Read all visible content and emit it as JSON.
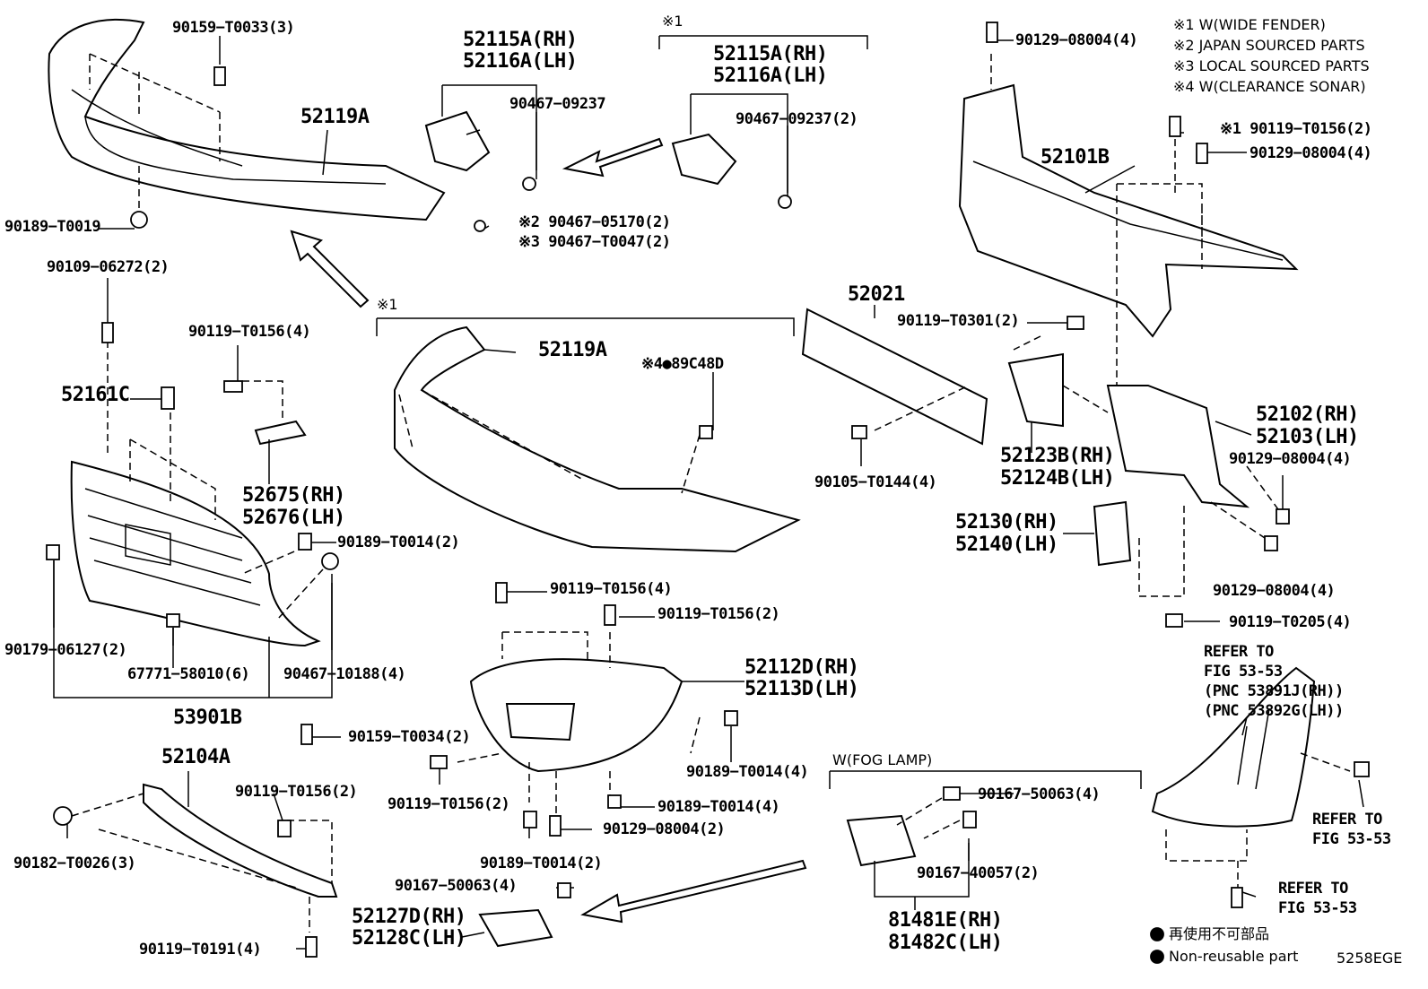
{
  "legend": {
    "notes": [
      "※1 W(WIDE FENDER)",
      "※2 JAPAN SOURCED PARTS",
      "※3 LOCAL SOURCED PARTS",
      "※4 W(CLEARANCE SONAR)"
    ],
    "nonreusable_jp": "再使用不可部品",
    "nonreusable_en": "Non-reusable part",
    "figure_code": "5258EGE"
  },
  "group_marks": {
    "wide_fender_top": "※1",
    "wide_fender_mid": "※1",
    "fog_lamp": "W(FOG LAMP)"
  },
  "parts": {
    "p90159_t0033": "90159−T0033(3)",
    "p52119a_top": "52119A",
    "p90189_t0019": "90189−T0019",
    "p52115a_rh_1": "52115A(RH)",
    "p52116a_lh_1": "52116A(LH)",
    "p90467_09237": "90467−09237",
    "p52115a_rh_2": "52115A(RH)",
    "p52116a_lh_2": "52116A(LH)",
    "p90467_09237_2": "90467−09237(2)",
    "p90467_05170": "※2 90467−05170(2)",
    "p90467_t0047": "※3 90467−T0047(2)",
    "p90129_08004_top": "90129−08004(4)",
    "p90119_t0156_w": "※1 90119−T0156(2)",
    "p90129_08004_r1": "90129−08004(4)",
    "p52101b": "52101B",
    "p90109_06272": "90109−06272(2)",
    "p90119_t0156_4a": "90119−T0156(4)",
    "p52161c": "52161C",
    "p52119a_mid": "52119A",
    "p89c48d": "※4●89C48D",
    "p52021": "52021",
    "p90119_t0301": "90119−T0301(2)",
    "p52102_rh": "52102(RH)",
    "p52103_lh": "52103(LH)",
    "p90129_08004_r2": "90129−08004(4)",
    "p52123b_rh": "52123B(RH)",
    "p52124b_lh": "52124B(LH)",
    "p90105_t0144": "90105−T0144(4)",
    "p52675_rh": "52675(RH)",
    "p52676_lh": "52676(LH)",
    "p90189_t0014_2a": "90189−T0014(2)",
    "p52130_rh": "52130(RH)",
    "p52140_lh": "52140(LH)",
    "p90129_08004_r3": "90129−08004(4)",
    "p90119_t0156_4b": "90119−T0156(4)",
    "p90119_t0156_2a": "90119−T0156(2)",
    "p90119_t0205": "90119−T0205(4)",
    "p90179_06127": "90179−06127(2)",
    "p67771_58010": "67771−58010(6)",
    "p90467_10188": "90467−10188(4)",
    "p52112d_rh": "52112D(RH)",
    "p52113d_lh": "52113D(LH)",
    "p53901b": "53901B",
    "p90159_t0034": "90159−T0034(2)",
    "p52104a": "52104A",
    "p90189_t0014_4a": "90189−T0014(4)",
    "p90119_t0156_2b": "90119−T0156(2)",
    "p90119_t0156_2c": "90119−T0156(2)",
    "p90189_t0014_4b": "90189−T0014(4)",
    "p90182_t0026": "90182−T0026(3)",
    "p90129_08004_b": "90129−08004(2)",
    "p90189_t0014_2b": "90189−T0014(2)",
    "p90167_50063_a": "90167−50063(4)",
    "p90167_50063_b": "90167−50063(4)",
    "p90167_40057": "90167−40057(2)",
    "p52127d_rh": "52127D(RH)",
    "p52128c_lh": "52128C(LH)",
    "p81481e_rh": "81481E(RH)",
    "p81482c_lh": "81482C(LH)",
    "p90119_t0191": "90119−T0191(4)"
  },
  "refers": {
    "r1_l1": "REFER TO",
    "r1_l2": "FIG 53-53",
    "r1_l3": "(PNC 53891J(RH))",
    "r1_l4": "(PNC 53892G(LH))",
    "r2_l1": "REFER TO",
    "r2_l2": "FIG 53-53",
    "r3_l1": "REFER TO",
    "r3_l2": "FIG 53-53"
  }
}
